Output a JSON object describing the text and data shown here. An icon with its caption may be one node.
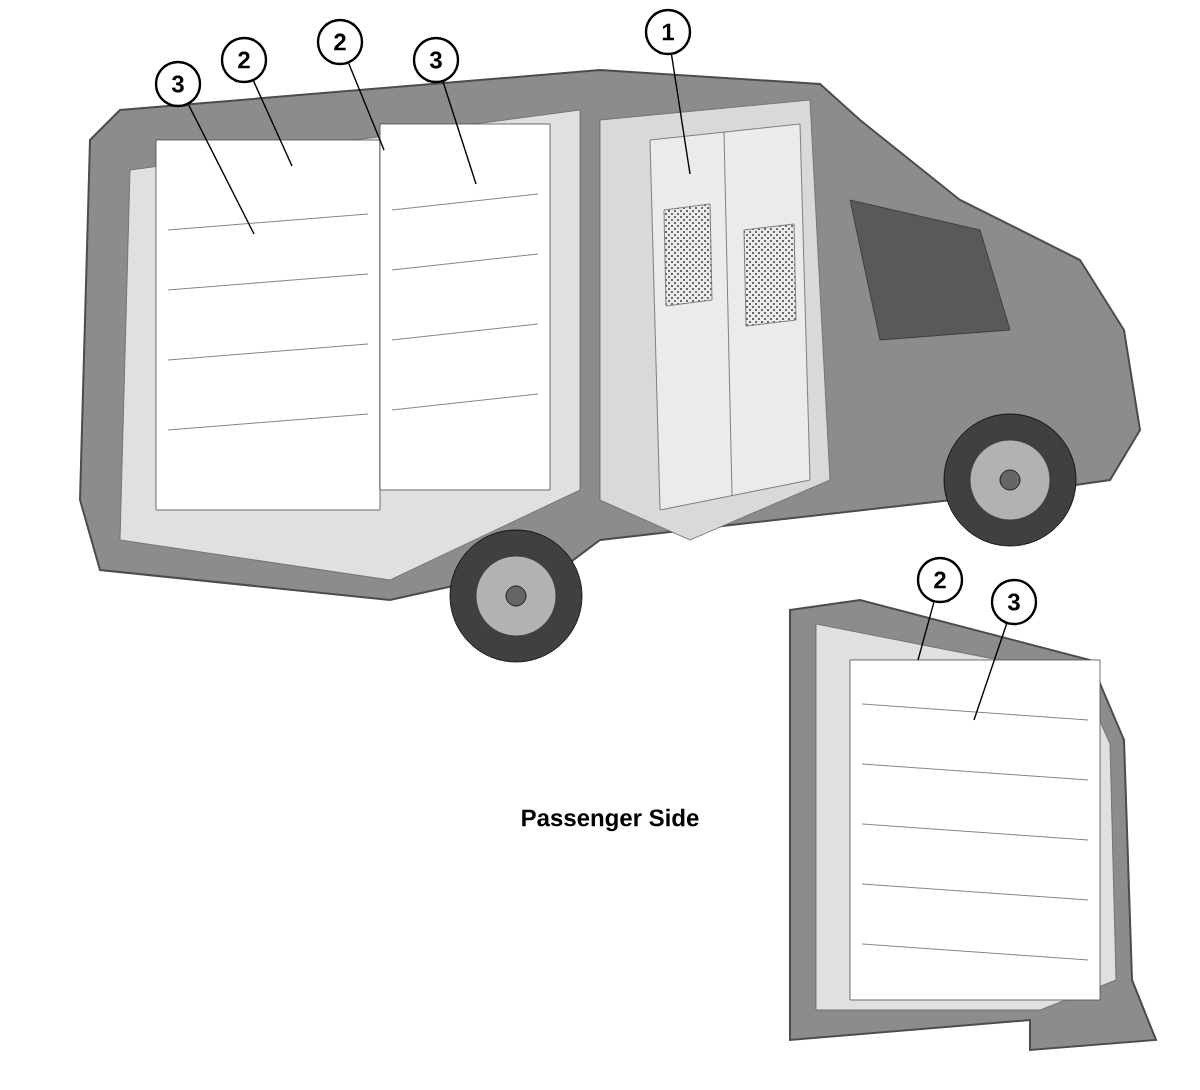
{
  "diagram": {
    "nodes": [
      {
        "text": [
          "3"
        ]
      },
      {
        "text": [
          "2"
        ]
      },
      {
        "text": [
          "2"
        ]
      },
      {
        "text": [
          "3"
        ]
      },
      {
        "text": [
          "1"
        ]
      },
      {
        "text": [
          "2"
        ]
      },
      {
        "text": [
          "3"
        ]
      }
    ],
    "edges": [
      {
        "from": 0,
        "to": null,
        "arrow": "none"
      },
      {
        "from": 1,
        "to": null,
        "arrow": "none"
      },
      {
        "from": 2,
        "to": null,
        "arrow": "none"
      },
      {
        "from": 3,
        "to": null,
        "arrow": "none"
      },
      {
        "from": 4,
        "to": null,
        "arrow": "none"
      },
      {
        "from": 5,
        "to": null,
        "arrow": "none"
      },
      {
        "from": 6,
        "to": null,
        "arrow": "none"
      }
    ],
    "labels": [
      "Passenger Side"
    ]
  }
}
